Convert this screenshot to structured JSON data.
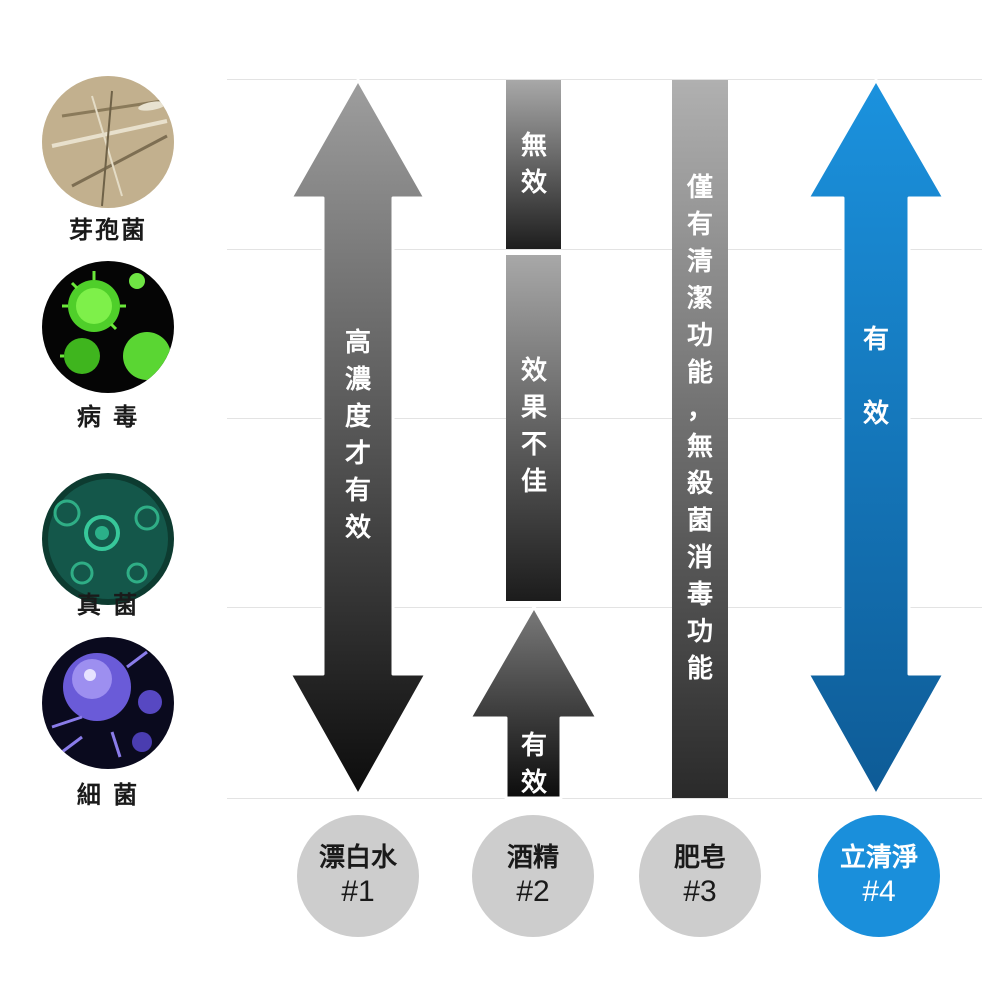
{
  "organisms": [
    {
      "label": "芽孢菌",
      "icon": "spore-bacteria-photo"
    },
    {
      "label": "病 毒",
      "icon": "virus-photo"
    },
    {
      "label": "真 菌",
      "icon": "fungus-photo"
    },
    {
      "label": "細 菌",
      "icon": "bacteria-photo"
    }
  ],
  "columns": [
    {
      "name": "漂白水",
      "num": "#1",
      "texts": [
        "高\n濃\n度\n才\n有\n效"
      ]
    },
    {
      "name": "酒精",
      "num": "#2",
      "texts": [
        "無\n效",
        "效\n果\n不\n佳",
        "有\n效"
      ]
    },
    {
      "name": "肥皂",
      "num": "#3",
      "texts": [
        "僅\n有\n清\n潔\n功\n能\n，\n無\n殺\n菌\n消\n毒\n功\n能"
      ]
    },
    {
      "name": "立清淨",
      "num": "#4",
      "texts": [
        "有\n\n效"
      ]
    }
  ],
  "colors": {
    "accent": "#1a8fdb",
    "dark": "#111111",
    "gray": "#cdcdcd"
  }
}
